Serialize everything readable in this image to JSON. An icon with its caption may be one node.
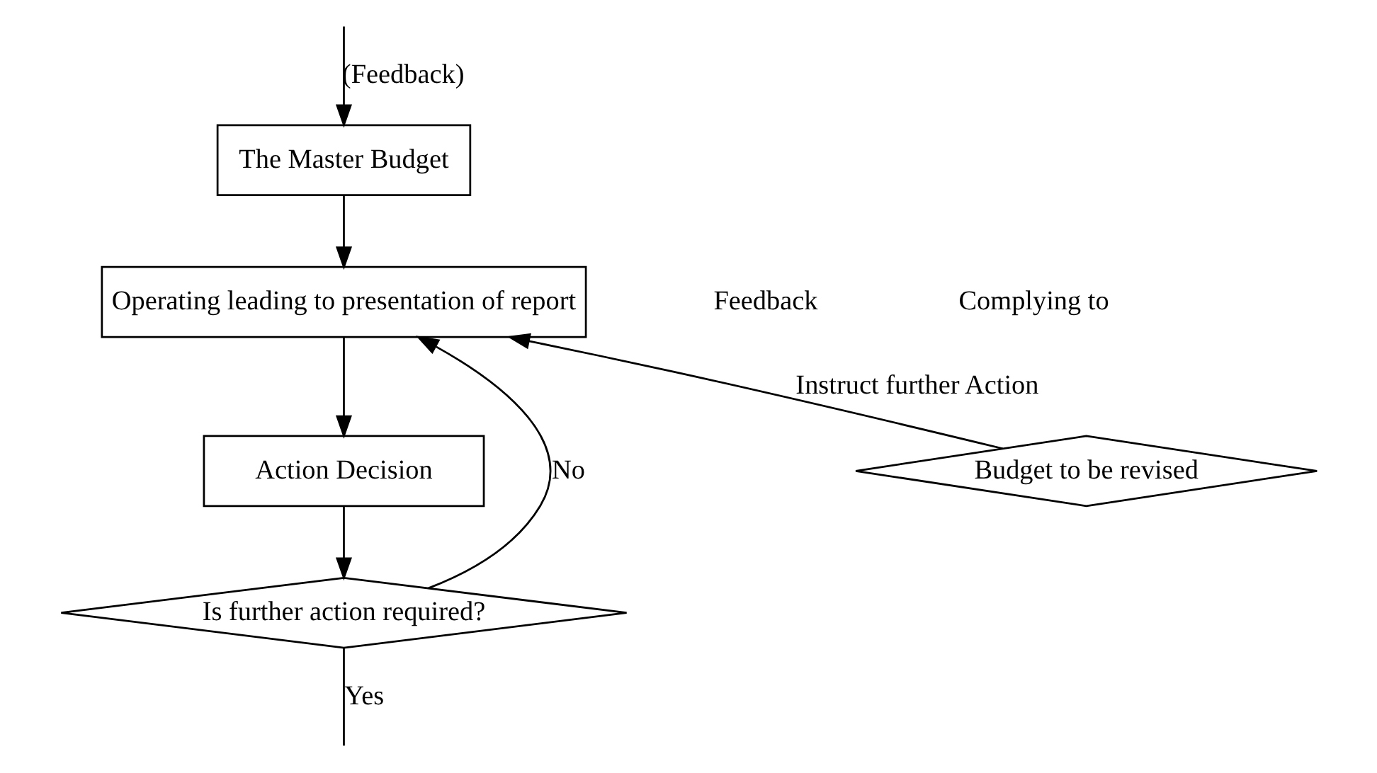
{
  "diagram": {
    "nodes": [
      {
        "text": [
          "The Master Budget"
        ]
      },
      {
        "text": [
          "Operating leading to presentation of report"
        ]
      },
      {
        "text": [
          "Action Decision"
        ]
      },
      {
        "text": [
          "Is further action required?"
        ]
      },
      {
        "text": [
          "Budget to be revised"
        ]
      }
    ],
    "edges": [
      {
        "from": 0,
        "to": 1,
        "arrow": "to"
      },
      {
        "from": 1,
        "to": 2,
        "arrow": "to"
      },
      {
        "from": 2,
        "to": 3,
        "arrow": "to"
      },
      {
        "from": 3,
        "to": 1,
        "arrow": "to",
        "label": "No"
      },
      {
        "from": 4,
        "to": 1,
        "arrow": "to",
        "label": "Instruct further Action"
      },
      {
        "from": 3,
        "to": null,
        "arrow": "none",
        "label": "Yes"
      },
      {
        "from": null,
        "to": 0,
        "arrow": "to",
        "label": "(Feedback)"
      }
    ],
    "labels": [
      "Feedback",
      "Complying to"
    ]
  }
}
